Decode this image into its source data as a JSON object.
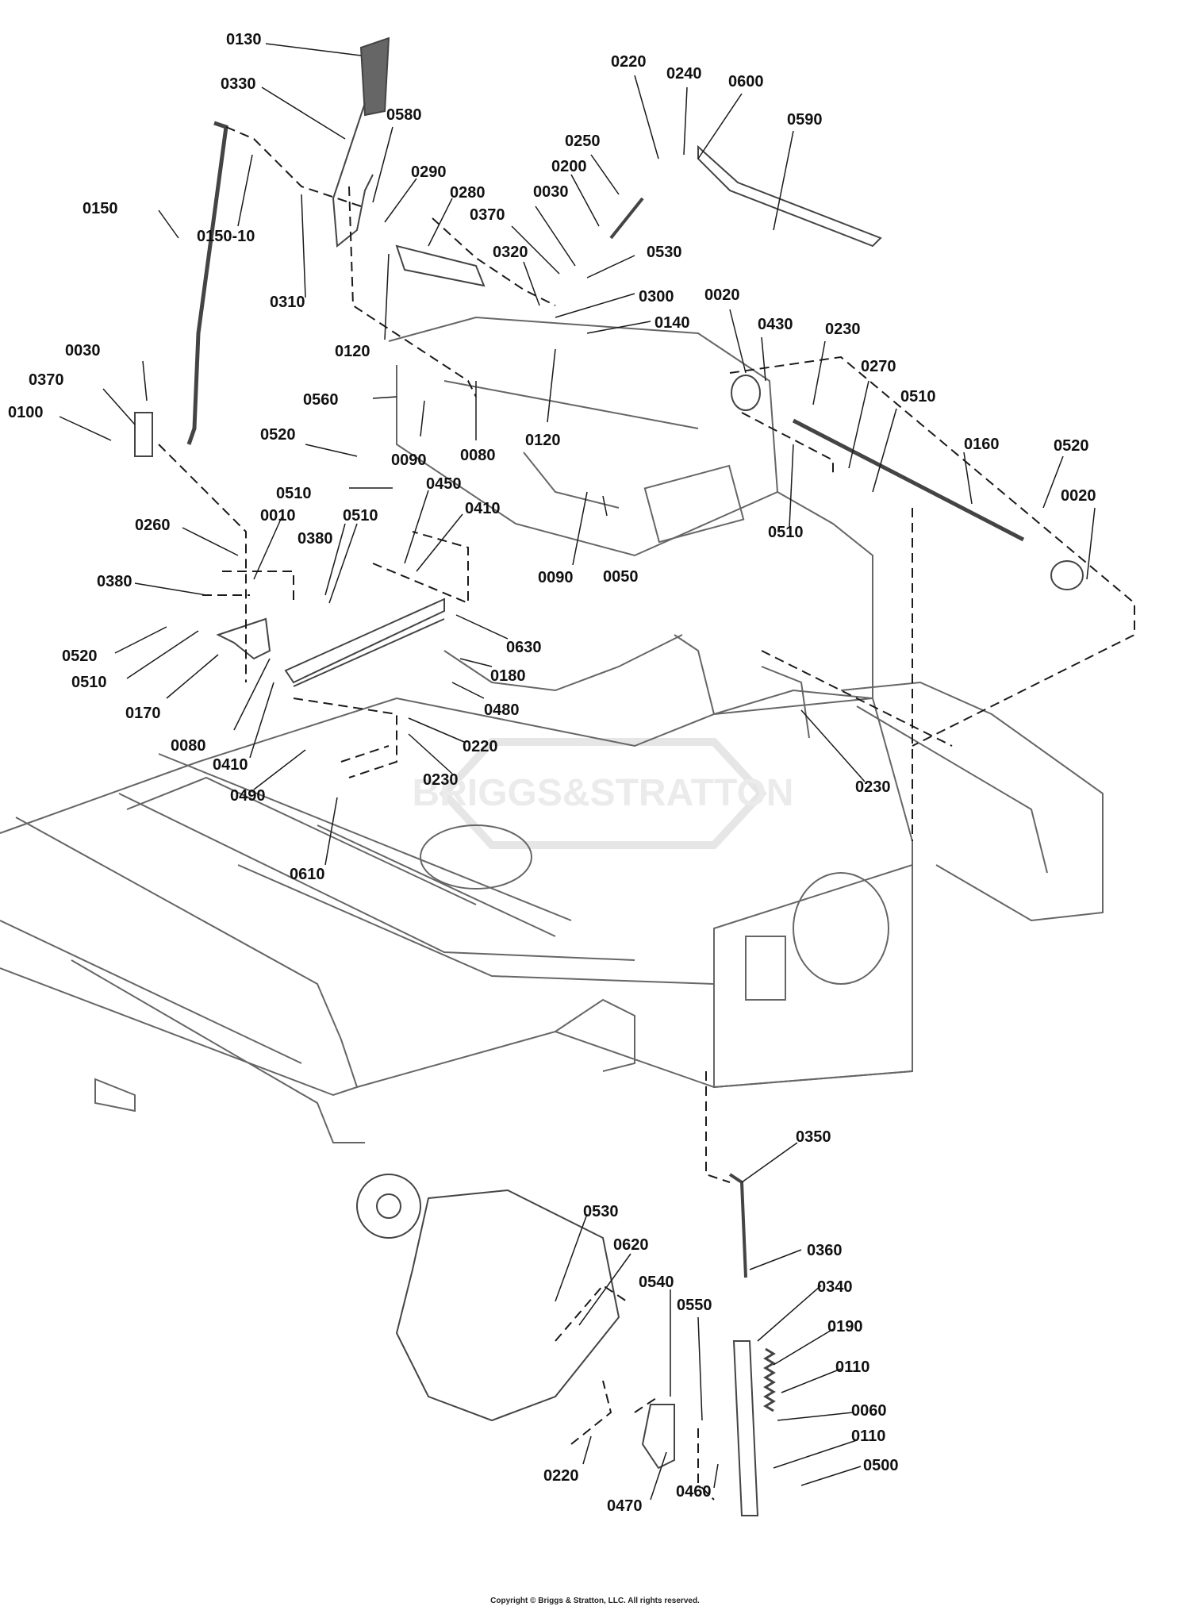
{
  "labels": [
    "0130",
    "0330",
    "0580",
    "0290",
    "0280",
    "0150",
    "0150-10",
    "0310",
    "0120",
    "0220",
    "0240",
    "0600",
    "0590",
    "0250",
    "0200",
    "0030",
    "0370",
    "0320",
    "0530",
    "0300",
    "0140",
    "0120",
    "0560",
    "0090",
    "0080",
    "0120",
    "0020",
    "0430",
    "0230",
    "0270",
    "0510",
    "0160",
    "0520",
    "0020",
    "0030",
    "0370",
    "0100",
    "0520",
    "0510",
    "0450",
    "0410",
    "0090",
    "0050",
    "0510",
    "0260",
    "0010",
    "0380",
    "0510",
    "0380",
    "0520",
    "0510",
    "0170",
    "0080",
    "0630",
    "0180",
    "0480",
    "0220",
    "0230",
    "0410",
    "0490",
    "0610",
    "0230",
    "0350",
    "0530",
    "0620",
    "0540",
    "0550",
    "0360",
    "0340",
    "0190",
    "0110",
    "0060",
    "0110",
    "0500",
    "0220",
    "0470",
    "0460"
  ],
  "watermark": "BRIGGS&STRATTON",
  "copyright": "Copyright © Briggs & Stratton, LLC. All rights reserved.",
  "colors": {
    "label": "#111111",
    "line": "#1a1a1a",
    "part": "#444444",
    "frame": "#666666",
    "watermark": "#cfcfcf"
  }
}
